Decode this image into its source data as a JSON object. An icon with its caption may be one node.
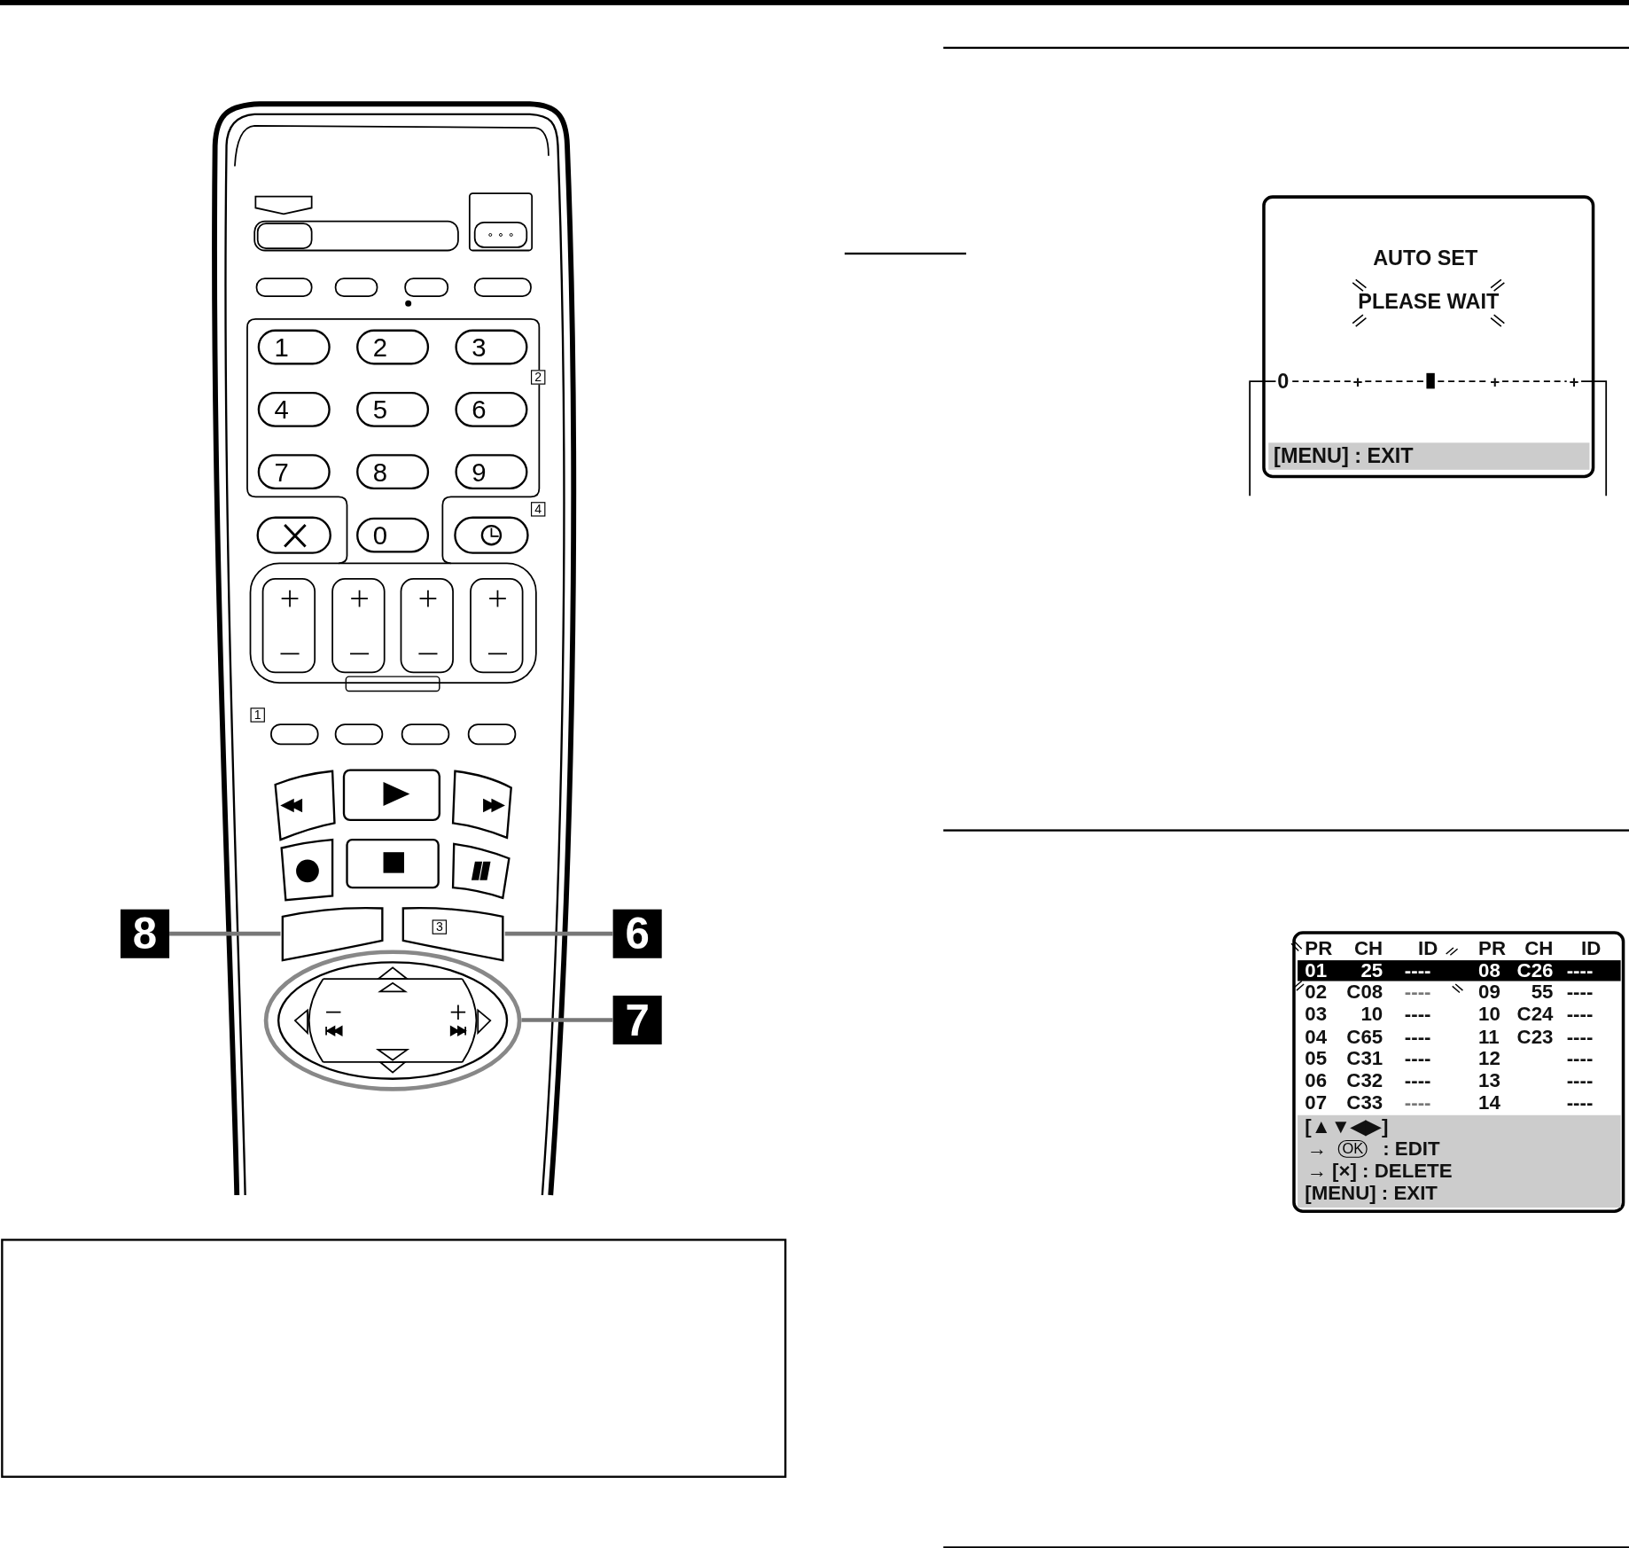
{
  "diagram": {
    "nodes": [
      {
        "text": [
          "8"
        ]
      },
      {
        "text": [],
        "shape": "box"
      },
      {
        "text": [
          "6"
        ]
      },
      {
        "text": [
          "3"
        ]
      },
      {
        "text": [
          "7"
        ]
      },
      {
        "text": [],
        "shape": "ellipse"
      }
    ],
    "edges": [
      {
        "from": 0,
        "to": 1,
        "arrow": "none"
      },
      {
        "from": 2,
        "to": 3,
        "arrow": "none"
      },
      {
        "from": 4,
        "to": 5,
        "arrow": "none"
      }
    ],
    "labels": [
      "1",
      "2",
      "3",
      "2",
      "4",
      "5",
      "6",
      "7",
      "8",
      "9",
      "4",
      "0",
      "1",
      "AUTO SET",
      "PLEASE WAIT",
      "0",
      "+",
      "+",
      "+",
      "[MENU] : EXIT",
      "PR",
      "CH",
      "ID",
      "PR",
      "CH",
      "ID",
      "01",
      "25",
      "----",
      "08",
      "C26",
      "----",
      "02",
      "C08",
      "----",
      "09",
      "55",
      "----",
      "03",
      "10",
      "----",
      "10",
      "C24",
      "----",
      "04",
      "C65",
      "----",
      "11",
      "C23",
      "----",
      "05",
      "C31",
      "----",
      "12",
      "----",
      "06",
      "C32",
      "----",
      "13",
      "----",
      "07",
      "C33",
      "----",
      "14",
      "----",
      "[▲▼◀▶]",
      "→",
      "OK",
      ": EDIT",
      "→ [×] : DELETE",
      "[MENU] : EXIT"
    ]
  }
}
